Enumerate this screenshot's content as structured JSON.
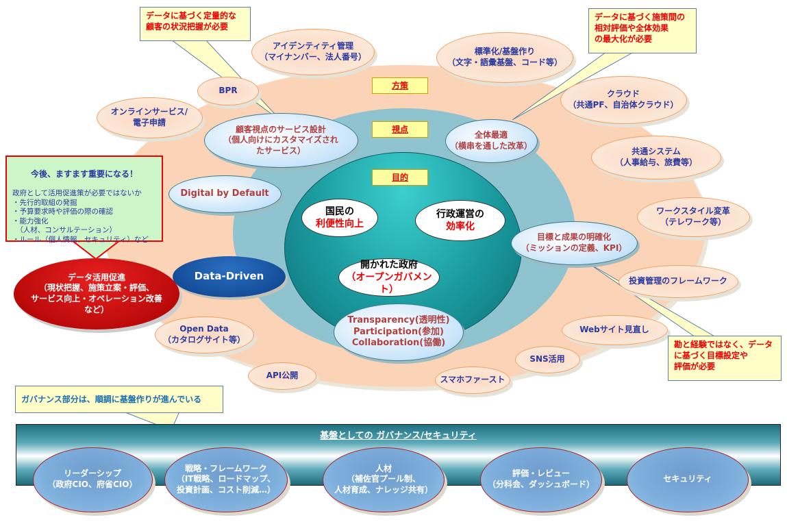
{
  "center_labels": {
    "hosaku": "方策",
    "shiten": "視点",
    "mokuteki": "目的"
  },
  "outer_items": [
    "BPR",
    "アイデンティティ管理\n（マイナンバー、法人番号）",
    "標準化/基盤作り\n（文字・語彙基盤、コード等）",
    "クラウド\n（共通PF、自治体クラウド）",
    "オンラインサービス/\n電子申請",
    "共通システム\n（人事給与、旅費等）",
    "ワークスタイル変革\n（テレワーク等）",
    "投資管理のフレームワーク",
    "Webサイト見直し",
    "SNS活用",
    "スマホファースト",
    "API公開",
    "Open Data\n（カタログサイト等）"
  ],
  "viewpoint_items": [
    "顧客視点のサービス設計\n（個人向けにカスタマイズされ\nたサービス）",
    "全体最適\n（横串を通した改革）",
    "Digital by Default",
    "目標と成果の明確化\n（ミッションの定義、KPI）",
    "Transparency(透明性)\nParticipation(参加)\nCollaboration(協働)"
  ],
  "goals": {
    "citizen_line1": "国民の",
    "citizen_line2": "利便性向上",
    "admin_line1": "行政運営の",
    "admin_line2": "効率化",
    "open_line1": "開かれた政府",
    "open_line2": "（オープンガバメント）"
  },
  "data_driven": "Data-Driven",
  "data_promotion": "データ活用促進\n（現状把握、施策立案・評価、\nサービス向上・オペレーション改善\nなど）",
  "callouts": {
    "top_left": "データに基づく定量的な\n顧客の状況把握が必要",
    "top_right": "データに基づく施策間の\n相対評価や全体効果\nの最大化が必要",
    "bottom_right": "勘と経験ではなく、データに基づく目標設定や\n評価が必要",
    "bottom_left": "ガバナンス部分は、順調に基盤作りが進んでいる",
    "green_title": "今後、ますます重要になる！",
    "green_body": "政府として活用促進策が必要ではないか\n・先行的取組の発掘\n・予算要求時や評価の際の確認\n・能力強化\n　（人材、コンサルテーション）\n・ルール（個人情報、セキュリティ）など"
  },
  "governance": {
    "title": "基盤としての ガバナンス/セキュリティ",
    "items": [
      "リーダーシップ\n（政府CIO、府省CIO）",
      "戦略・フレームワーク\n（IT戦略、ロードマップ、\n投資計画、コスト削減…）",
      "人材\n（補佐官プール制、\n人材育成、ナレッジ共有）",
      "評価・レビュー\n（分科会、ダッシュボード）",
      "セキュリティ"
    ]
  }
}
